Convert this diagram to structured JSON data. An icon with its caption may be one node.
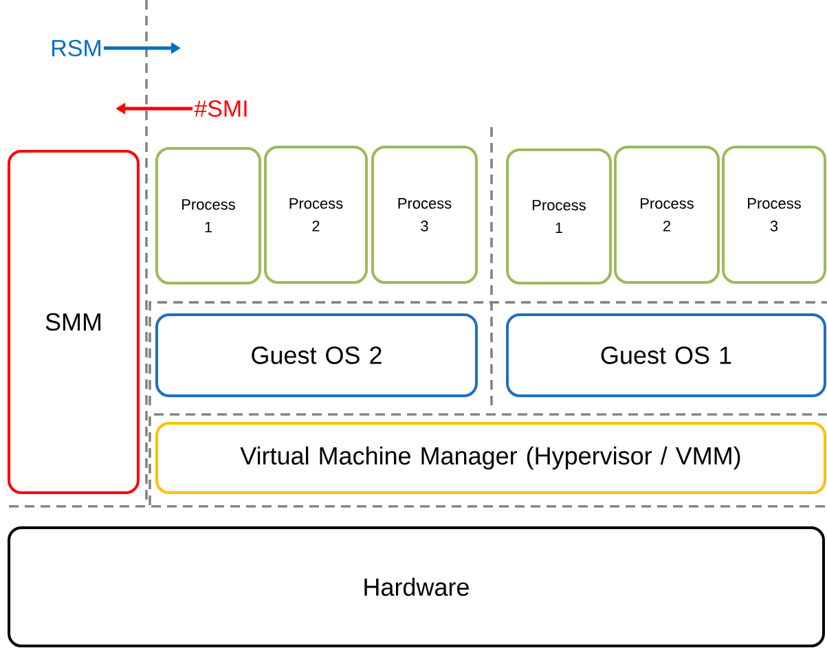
{
  "diagram": {
    "nodes": [
      {
        "text": [
          "SMM"
        ]
      },
      {
        "text": [
          "Process 1"
        ]
      },
      {
        "text": [
          "Process 2"
        ]
      },
      {
        "text": [
          "Process 3"
        ]
      },
      {
        "text": [
          "Process 1"
        ]
      },
      {
        "text": [
          "Process 2"
        ]
      },
      {
        "text": [
          "Process 3"
        ]
      },
      {
        "text": [
          "Guest OS 2"
        ]
      },
      {
        "text": [
          "Guest OS 1"
        ]
      },
      {
        "text": [
          "Virtual Machine Manager (Hypervisor / VMM)"
        ]
      },
      {
        "text": [
          "Hardware"
        ]
      },
      {
        "text": [
          "RSM"
        ]
      },
      {
        "text": [
          "#SMI"
        ]
      }
    ],
    "edges": [
      {
        "from": 11,
        "to": null,
        "arrow": "to",
        "color": "#0070c0"
      },
      {
        "from": 12,
        "to": null,
        "arrow": "to",
        "color": "#ff0000"
      }
    ]
  }
}
